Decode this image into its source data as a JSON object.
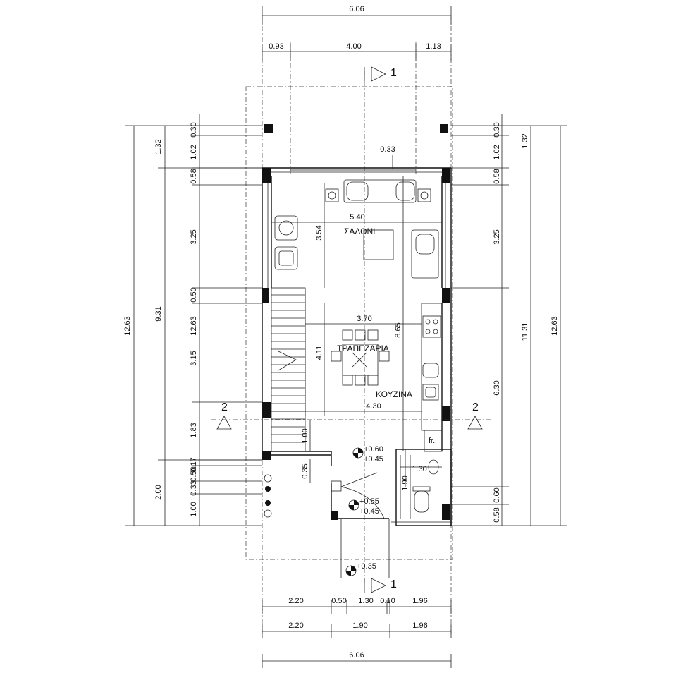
{
  "rooms": {
    "living": "ΣΑΛΟΝΙ",
    "dining": "ΤΡΑΠΕΖΑΡΙΑ",
    "kitchen": "ΚΟΥΖΙΝΑ"
  },
  "top_dims": {
    "total": "6.06",
    "left": "0.93",
    "middle": "4.00",
    "right": "1.13"
  },
  "bottom_dims": {
    "row1": [
      "2.20",
      "0.50",
      "1.30",
      "0.10",
      "1.96"
    ],
    "row2": [
      "2.20",
      "1.90",
      "1.96"
    ],
    "total": "6.06"
  },
  "left_dims": {
    "col_a": "12.63",
    "col_b": [
      "1.32",
      "9.31",
      "2.00"
    ],
    "col_c": [
      "0.30",
      "1.02",
      "0.58",
      "3.25",
      "0.50",
      "12.63",
      "3.15",
      "1.83",
      "0.17",
      "0.50",
      "0.33",
      "1.00"
    ]
  },
  "right_dims": {
    "col_a": [
      "0.30",
      "1.02",
      "0.58",
      "3.25",
      "6.30",
      "0.60",
      "0.58"
    ],
    "col_b": [
      "1.32",
      "11.31"
    ],
    "col_c": "12.63"
  },
  "interior_dims": [
    "0.33",
    "5.40",
    "3.54",
    "3.70",
    "8.65",
    "4.11",
    "4.30",
    "1.00",
    "0.35",
    "1.30",
    "1.90"
  ],
  "levels": [
    "+0.60",
    "+0.45",
    "+0.55",
    "+0.45",
    "+0.35"
  ],
  "section_marks": {
    "s1": "1",
    "s2": "2"
  },
  "fridge_label": "fr."
}
